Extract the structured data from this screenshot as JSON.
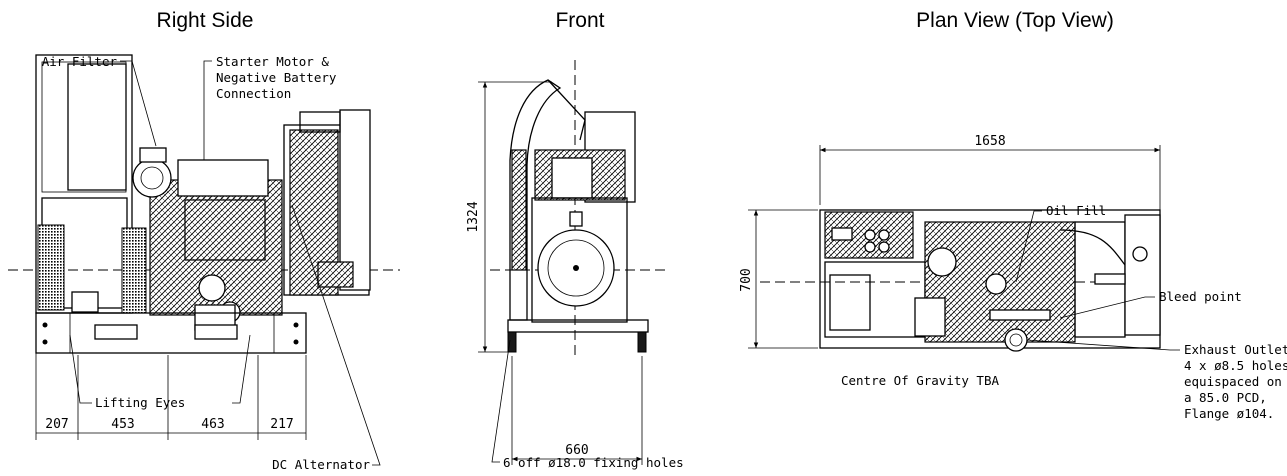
{
  "views": {
    "right_side": {
      "title": "Right Side",
      "labels": {
        "air_filter": "Air Filter",
        "starter_1": "Starter Motor &",
        "starter_2": "Negative Battery",
        "starter_3": "Connection",
        "lifting_eyes": "Lifting Eyes",
        "dc_alternator": "DC Alternator"
      },
      "dims": [
        "207",
        "453",
        "463",
        "217"
      ]
    },
    "front": {
      "title": "Front",
      "dims": {
        "height": "1324",
        "width": "660"
      },
      "labels": {
        "fixing_holes": "6 off ø18.0 fixing holes"
      }
    },
    "plan": {
      "title": "Plan View (Top View)",
      "dims": {
        "length": "1658",
        "width": "700"
      },
      "labels": {
        "oil_fill": "Oil Fill",
        "bleed_point": "Bleed point",
        "exhaust_1": "Exhaust Outlet",
        "exhaust_2": "4 x ø8.5 holes",
        "exhaust_3": "equispaced on",
        "exhaust_4": "a 85.0 PCD,",
        "exhaust_5": "Flange ø104.",
        "centre_gravity": "Centre Of Gravity TBA"
      }
    }
  }
}
